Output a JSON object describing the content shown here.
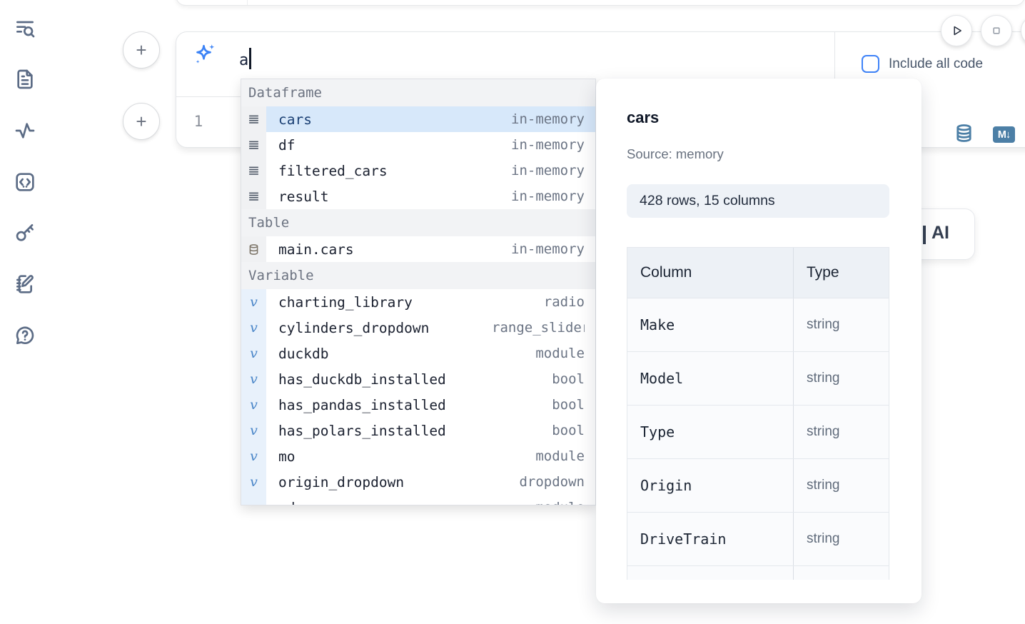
{
  "sidebar": {
    "icons": [
      {
        "name": "file-search-icon"
      },
      {
        "name": "document-icon"
      },
      {
        "name": "activity-icon"
      },
      {
        "name": "code-snippets-icon"
      },
      {
        "name": "key-icon"
      },
      {
        "name": "scratchpad-icon"
      },
      {
        "name": "help-icon"
      }
    ]
  },
  "toolbar": {
    "run_button": "run",
    "stop_button": "stop"
  },
  "ai_prompt": {
    "value": "a",
    "include_all_code_label": "Include all code"
  },
  "editor": {
    "line_number": "1"
  },
  "cell_actions": {
    "ai_button_label": "AI",
    "markdown_badge": "M↓"
  },
  "autocomplete": {
    "sections": [
      {
        "label": "Dataframe",
        "kind": "dataframe",
        "items": [
          {
            "name": "cars",
            "type": "in-memory",
            "selected": true
          },
          {
            "name": "df",
            "type": "in-memory"
          },
          {
            "name": "filtered_cars",
            "type": "in-memory"
          },
          {
            "name": "result",
            "type": "in-memory"
          }
        ]
      },
      {
        "label": "Table",
        "kind": "table",
        "items": [
          {
            "name": "main.cars",
            "type": "in-memory"
          }
        ]
      },
      {
        "label": "Variable",
        "kind": "variable",
        "items": [
          {
            "name": "charting_library",
            "type": "radio"
          },
          {
            "name": "cylinders_dropdown",
            "type": "range_slider",
            "clipped": true
          },
          {
            "name": "duckdb",
            "type": "module"
          },
          {
            "name": "has_duckdb_installed",
            "type": "bool"
          },
          {
            "name": "has_pandas_installed",
            "type": "bool"
          },
          {
            "name": "has_polars_installed",
            "type": "bool"
          },
          {
            "name": "mo",
            "type": "module"
          },
          {
            "name": "origin_dropdown",
            "type": "dropdown"
          },
          {
            "name": "pd",
            "type": "module"
          }
        ]
      }
    ]
  },
  "preview_panel": {
    "title": "cars",
    "source": "Source: memory",
    "shape": "428 rows, 15 columns",
    "table": {
      "headers": [
        "Column",
        "Type"
      ],
      "rows": [
        [
          "Make",
          "string"
        ],
        [
          "Model",
          "string"
        ],
        [
          "Type",
          "string"
        ],
        [
          "Origin",
          "string"
        ],
        [
          "DriveTrain",
          "string"
        ],
        [
          "",
          ""
        ]
      ]
    }
  }
}
